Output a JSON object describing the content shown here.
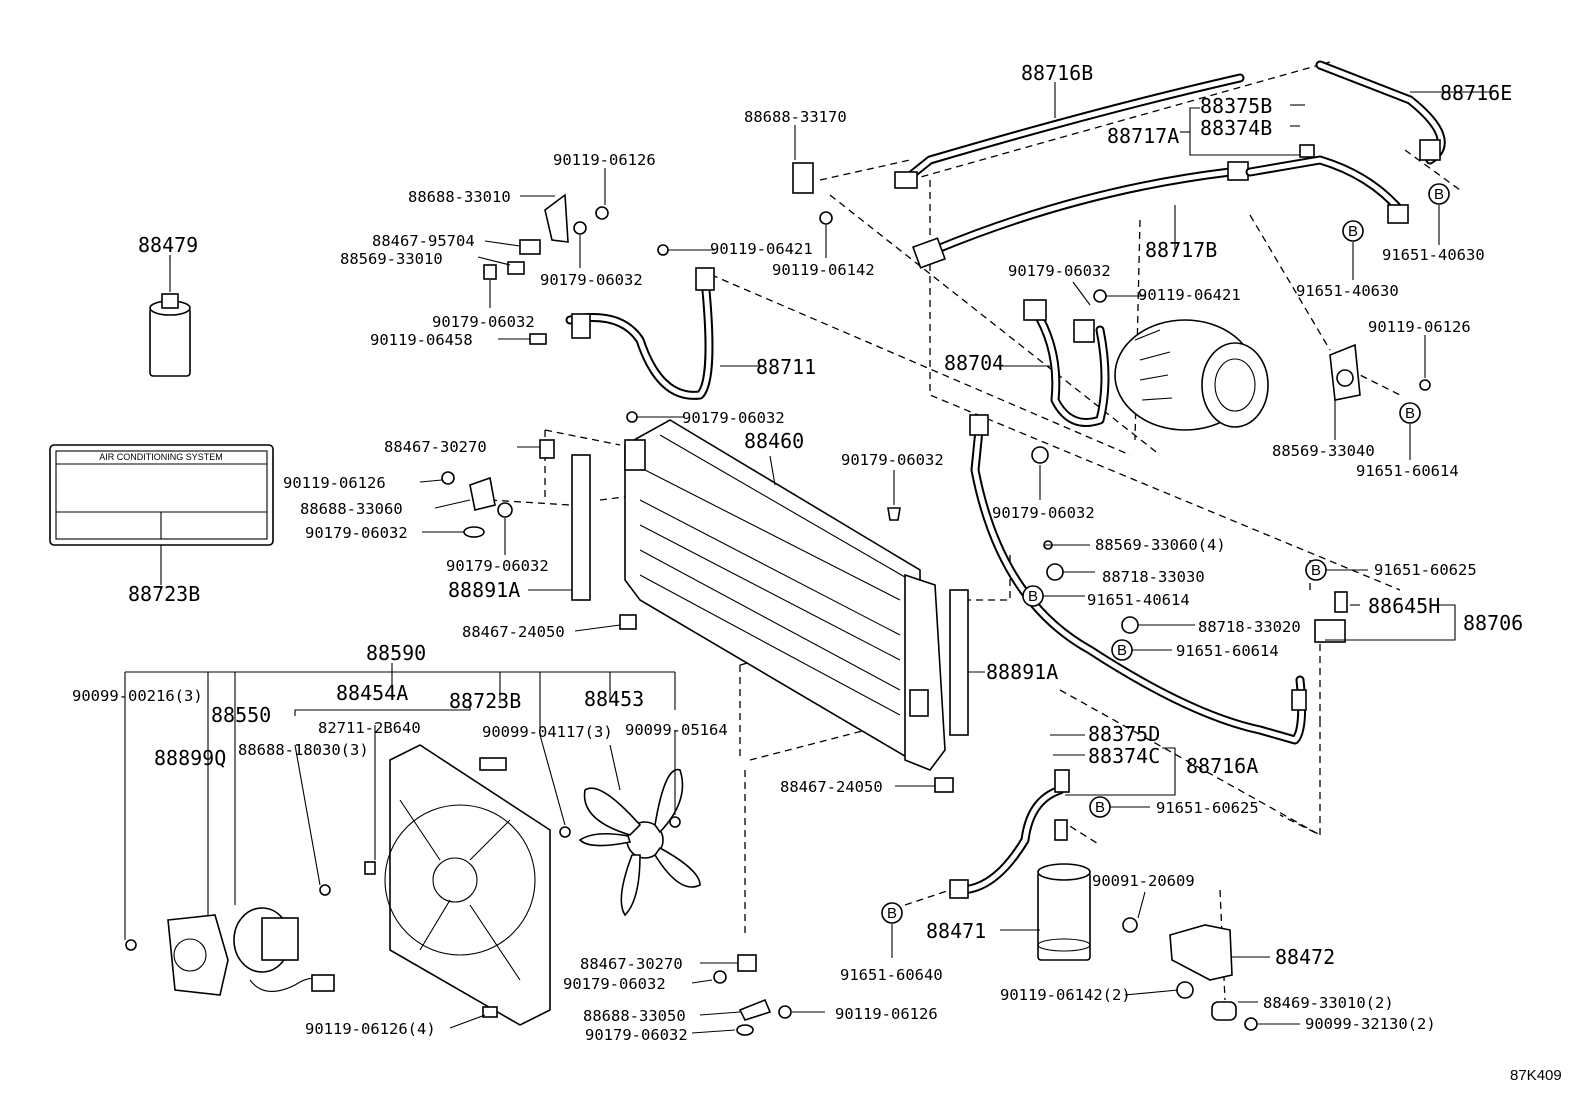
{
  "labels": {
    "p88716B": "88716B",
    "p88716E": "88716E",
    "p88375B": "88375B",
    "p88374B": "88374B",
    "p88717A": "88717A",
    "p88717B": "88717B",
    "p88688_33170": "88688-33170",
    "p90119_06126_a": "90119-06126",
    "p88688_33010": "88688-33010",
    "p88467_95704": "88467-95704",
    "p88569_33010": "88569-33010",
    "p90179_06032_a": "90179-06032",
    "p90119_06421_a": "90119-06421",
    "p90119_06142_a": "90119-06142",
    "p90179_06032_b": "90179-06032",
    "p90119_06458": "90119-06458",
    "p88711": "88711",
    "p88479": "88479",
    "p90179_06032_c": "90179-06032",
    "p90119_06421_b": "90119-06421",
    "p91651_40630_a": "91651-40630",
    "p91651_40630_b": "91651-40630",
    "p88704": "88704",
    "p90119_06126_b": "90119-06126",
    "p88569_33040": "88569-33040",
    "p91651_60614_a": "91651-60614",
    "p90179_06032_d": "90179-06032",
    "p88460": "88460",
    "p88467_30270_a": "88467-30270",
    "p90119_06126_c": "90119-06126",
    "p88688_33060": "88688-33060",
    "p90179_06032_e": "90179-06032",
    "p90179_06032_f": "90179-06032",
    "p88891A_a": "88891A",
    "p88723B_a": "88723B",
    "p90179_06032_g": "90179-06032",
    "p90179_06032_h": "90179-06032",
    "p88569_33060": "88569-33060(4)",
    "p88718_33030": "88718-33030",
    "p91651_40614": "91651-40614",
    "p91651_60625_a": "91651-60625",
    "p88645H": "88645H",
    "p88706": "88706",
    "p88718_33020": "88718-33020",
    "p91651_60614_b": "91651-60614",
    "p88467_24050_a": "88467-24050",
    "p88590": "88590",
    "p90099_00216": "90099-00216(3)",
    "p88550": "88550",
    "p88454A": "88454A",
    "p88723B_b": "88723B",
    "p88453": "88453",
    "p82711_2B640": "82711-2B640",
    "p90099_04117": "90099-04117(3)",
    "p90099_05164": "90099-05164",
    "p88899Q": "88899Q",
    "p88688_18030": "88688-18030(3)",
    "p88891A_b": "88891A",
    "p88375D": "88375D",
    "p88374C": "88374C",
    "p88716A": "88716A",
    "p88467_24050_b": "88467-24050",
    "p91651_60625_b": "91651-60625",
    "p90091_20609": "90091-20609",
    "p88471": "88471",
    "p88472": "88472",
    "p91651_60640": "91651-60640",
    "p88467_30270_b": "88467-30270",
    "p90179_06032_i": "90179-06032",
    "p88688_33050": "88688-33050",
    "p90119_06126_d": "90119-06126",
    "p90179_06032_j": "90179-06032",
    "p90119_06126_e": "90119-06126(4)",
    "p90119_06142_b": "90119-06142(2)",
    "p88469_33010": "88469-33010(2)",
    "p90099_32130": "90099-32130(2)"
  },
  "label_card": {
    "title": "AIR CONDITIONING SYSTEM"
  },
  "diagram_code": "87K409",
  "marker_letter": "B"
}
